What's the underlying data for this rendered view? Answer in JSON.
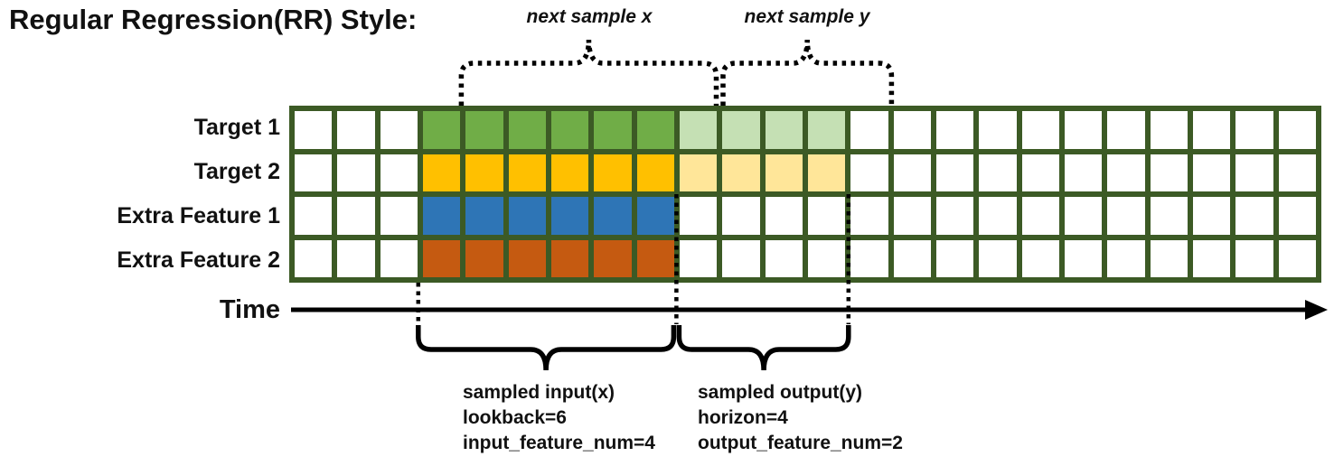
{
  "title": "Regular Regression(RR) Style:",
  "colors": {
    "grid_border": "#3C5A25",
    "cell_empty": "#FFFFFF",
    "target1_input": "#70AD47",
    "target1_output": "#C5E0B4",
    "target2_input": "#FFC000",
    "target2_output": "#FFE699",
    "extra1_input": "#2E75B6",
    "extra2_input": "#C55A11",
    "line": "#000000"
  },
  "grid": {
    "columns": 24,
    "input_start_col": 3,
    "lookback": 6,
    "horizon": 4,
    "rows": [
      {
        "label": "Target 1",
        "type": "target",
        "input_color": "target1_input",
        "output_color": "target1_output"
      },
      {
        "label": "Target 2",
        "type": "target",
        "input_color": "target2_input",
        "output_color": "target2_output"
      },
      {
        "label": "Extra Feature 1",
        "type": "extra",
        "input_color": "extra1_input"
      },
      {
        "label": "Extra Feature 2",
        "type": "extra",
        "input_color": "extra2_input"
      }
    ]
  },
  "annotations": {
    "next_sample_x": "next sample x",
    "next_sample_y": "next sample y",
    "time": "Time",
    "sampled_input": [
      "sampled input(x)",
      "lookback=6",
      "input_feature_num=4"
    ],
    "sampled_output": [
      "sampled output(y)",
      "horizon=4",
      "output_feature_num=2"
    ]
  }
}
